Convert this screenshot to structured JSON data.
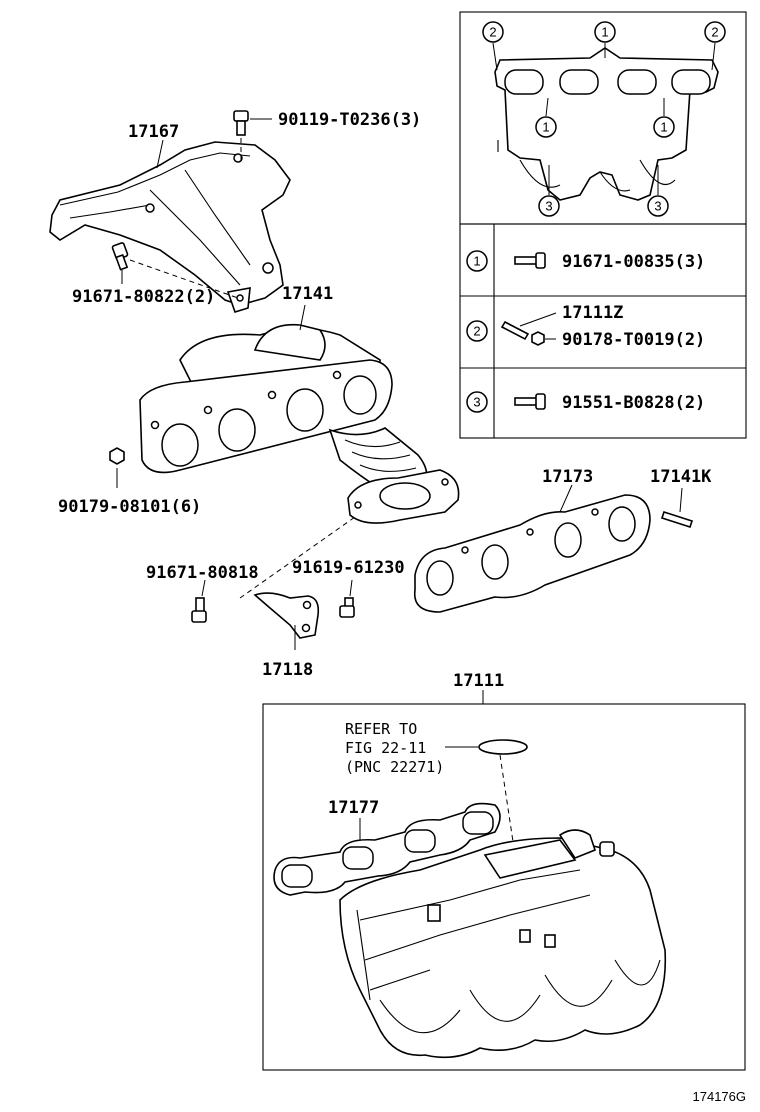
{
  "heat_insulator": {
    "part_no": "17167"
  },
  "heat_insulator_bolt": {
    "part_no": "90119-T0236(3)"
  },
  "heat_insulator_bolt_lower": {
    "part_no": "91671-80822(2)"
  },
  "exhaust_manifold": {
    "part_no": "17141"
  },
  "manifold_nut": {
    "part_no": "90179-08101(6)"
  },
  "stay_bolt_left": {
    "part_no": "91671-80818"
  },
  "stay_bolt_right": {
    "part_no": "91619-61230"
  },
  "manifold_stay": {
    "part_no": "17118"
  },
  "exhaust_gasket": {
    "part_no": "17173"
  },
  "manifold_stud": {
    "part_no": "17141K"
  },
  "intake_manifold": {
    "part_no": "17111"
  },
  "intake_gasket": {
    "part_no": "17177"
  },
  "refer_note": {
    "line1": "REFER TO",
    "line2": "FIG 22-11",
    "line3": "(PNC 22271)"
  },
  "inset_top": {
    "callouts": [
      "2",
      "1",
      "2",
      "1",
      "1",
      "3",
      "3"
    ]
  },
  "legend_table": {
    "rows": [
      {
        "key": "1",
        "parts": [
          "91671-00835(3)"
        ]
      },
      {
        "key": "2",
        "parts": [
          "17111Z",
          "90178-T0019(2)"
        ]
      },
      {
        "key": "3",
        "parts": [
          "91551-B0828(2)"
        ]
      }
    ]
  },
  "figure_id": "174176G"
}
